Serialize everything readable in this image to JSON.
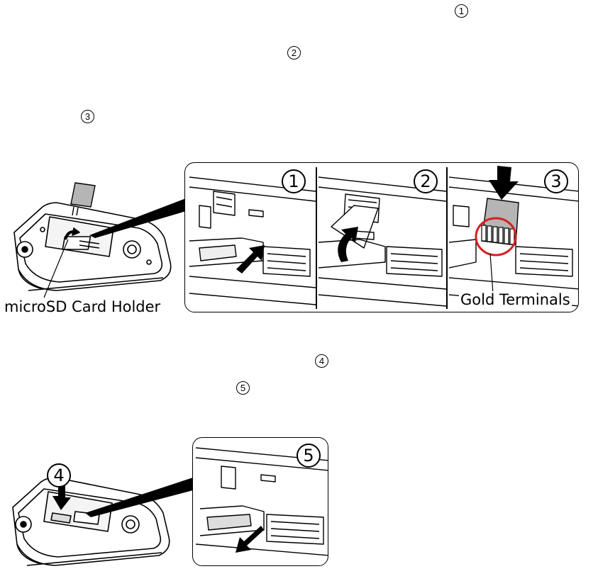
{
  "step_markers": {
    "m1": "1",
    "m2": "2",
    "m3": "3",
    "m4": "4",
    "m5": "5"
  },
  "insert_figure": {
    "holder_label": "microSD Card Holder",
    "panels": [
      {
        "number": "1"
      },
      {
        "number": "2"
      },
      {
        "number": "3",
        "callout": "Gold Terminals"
      }
    ]
  },
  "close_figure": {
    "phone_number": "4",
    "panel_number": "5"
  },
  "colors": {
    "ink": "#000000",
    "card_gray": "#b5b5b5",
    "highlight_red": "#d42020"
  }
}
